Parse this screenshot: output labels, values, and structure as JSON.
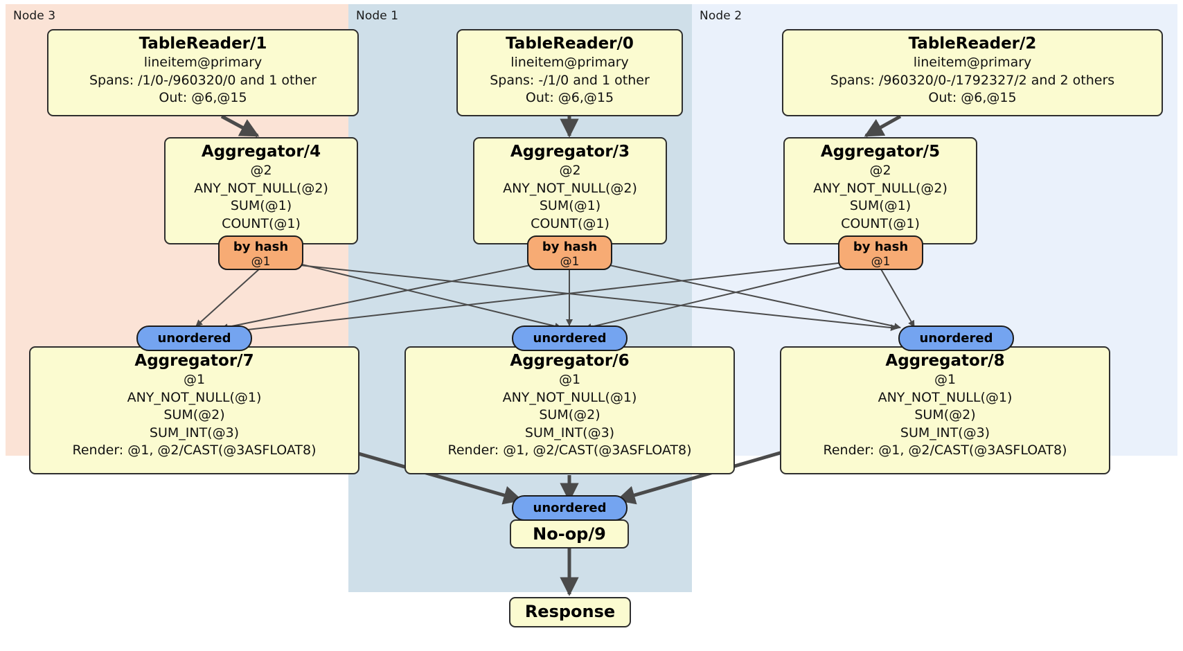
{
  "diagram": {
    "type": "distributed-query-plan",
    "colors": {
      "node3_bg": "#fbe3d6",
      "node1_bg": "#cfdfe9",
      "node2_bg": "#eaf1fb",
      "processor_fill": "#fbfbd0",
      "processor_stroke": "#2e2e2e",
      "hash_router_fill": "#f7ab74",
      "unordered_receiver_fill": "#74a4f0",
      "edge_stroke": "#4a4a4a"
    },
    "nodes": [
      {
        "id": "node3",
        "label": "Node 3"
      },
      {
        "id": "node1",
        "label": "Node 1"
      },
      {
        "id": "node2",
        "label": "Node 2"
      }
    ],
    "processors": {
      "table_reader_1": {
        "title": "TableReader/1",
        "lines": [
          "lineitem@primary",
          "Spans: /1/0-/960320/0 and 1 other",
          "Out: @6,@15"
        ]
      },
      "table_reader_0": {
        "title": "TableReader/0",
        "lines": [
          "lineitem@primary",
          "Spans: -/1/0 and 1 other",
          "Out: @6,@15"
        ]
      },
      "table_reader_2": {
        "title": "TableReader/2",
        "lines": [
          "lineitem@primary",
          "Spans: /960320/0-/1792327/2 and 2 others",
          "Out: @6,@15"
        ]
      },
      "aggregator_4": {
        "title": "Aggregator/4",
        "lines": [
          "@2",
          "ANY_NOT_NULL(@2)",
          "SUM(@1)",
          "COUNT(@1)"
        ]
      },
      "aggregator_3": {
        "title": "Aggregator/3",
        "lines": [
          "@2",
          "ANY_NOT_NULL(@2)",
          "SUM(@1)",
          "COUNT(@1)"
        ]
      },
      "aggregator_5": {
        "title": "Aggregator/5",
        "lines": [
          "@2",
          "ANY_NOT_NULL(@2)",
          "SUM(@1)",
          "COUNT(@1)"
        ]
      },
      "aggregator_7": {
        "title": "Aggregator/7",
        "lines": [
          "@1",
          "ANY_NOT_NULL(@1)",
          "SUM(@2)",
          "SUM_INT(@3)",
          "Render: @1, @2/CAST(@3ASFLOAT8)"
        ]
      },
      "aggregator_6": {
        "title": "Aggregator/6",
        "lines": [
          "@1",
          "ANY_NOT_NULL(@1)",
          "SUM(@2)",
          "SUM_INT(@3)",
          "Render: @1, @2/CAST(@3ASFLOAT8)"
        ]
      },
      "aggregator_8": {
        "title": "Aggregator/8",
        "lines": [
          "@1",
          "ANY_NOT_NULL(@1)",
          "SUM(@2)",
          "SUM_INT(@3)",
          "Render: @1, @2/CAST(@3ASFLOAT8)"
        ]
      },
      "noop_9": {
        "title": "No-op/9",
        "lines": []
      },
      "response": {
        "title": "Response",
        "lines": []
      }
    },
    "routers": {
      "hash_left": {
        "label": "by hash",
        "sub": "@1"
      },
      "hash_center": {
        "label": "by hash",
        "sub": "@1"
      },
      "hash_right": {
        "label": "by hash",
        "sub": "@1"
      },
      "recv_left": {
        "label": "unordered"
      },
      "recv_center": {
        "label": "unordered"
      },
      "recv_right": {
        "label": "unordered"
      },
      "recv_final": {
        "label": "unordered"
      }
    }
  }
}
